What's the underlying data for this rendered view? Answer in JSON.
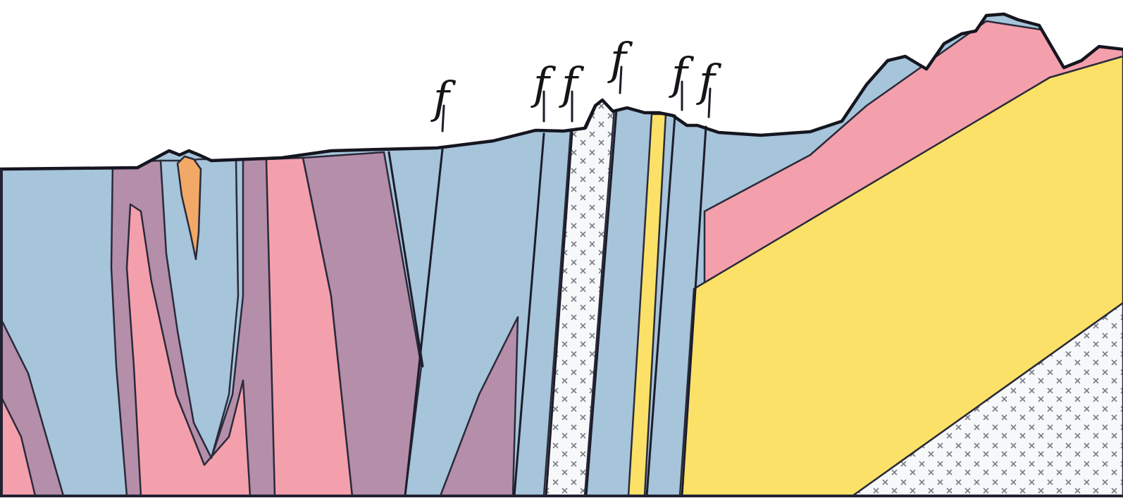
{
  "colors": {
    "background": "#ffffff",
    "blue_unit": "#a6c4da",
    "mauve_unit": "#b58eaa",
    "pink_unit": "#f4a0ac",
    "yellow_unit": "#fbe168",
    "orange_unit": "#f2a866",
    "granite_unit": "#f7f8fa",
    "granite_mark": "#7a7e88",
    "line": "#1c1c2a"
  },
  "fault_labels": [
    {
      "id": "f1",
      "text": "f"
    },
    {
      "id": "f2",
      "text": "f"
    },
    {
      "id": "f3",
      "text": "f"
    },
    {
      "id": "f4",
      "text": "f"
    },
    {
      "id": "f5",
      "text": "f"
    },
    {
      "id": "f6",
      "text": "f"
    }
  ],
  "icons": [
    "granite-cross-pattern"
  ]
}
